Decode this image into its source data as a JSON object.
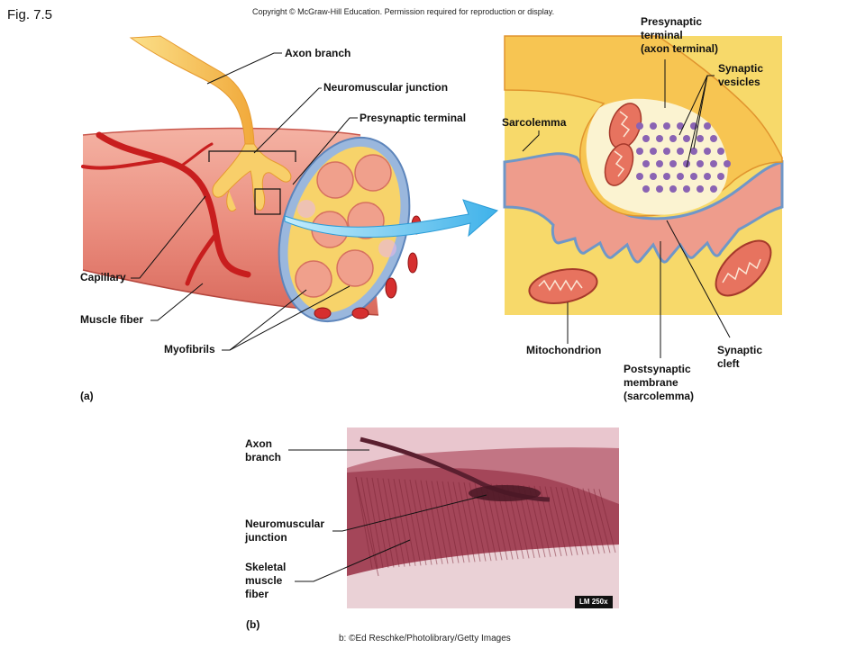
{
  "header": {
    "fig_label": "Fig. 7.5",
    "copyright": "Copyright © McGraw-Hill Education. Permission required for reproduction or display."
  },
  "panel_a": {
    "label": "(a)",
    "labels": {
      "axon_branch": "Axon branch",
      "neuromuscular_junction": "Neuromuscular junction",
      "presynaptic_terminal": "Presynaptic terminal",
      "capillary": "Capillary",
      "muscle_fiber": "Muscle fiber",
      "myofibrils": "Myofibrils",
      "presynaptic_terminal_axon": "Presynaptic\nterminal\n(axon terminal)",
      "synaptic_vesicles": "Synaptic\nvesicles",
      "sarcolemma": "Sarcolemma",
      "mitochondrion": "Mitochondrion",
      "postsynaptic_membrane": "Postsynaptic\nmembrane\n(sarcolemma)",
      "synaptic_cleft": "Synaptic\ncleft"
    }
  },
  "panel_b": {
    "label": "(b)",
    "labels": {
      "axon_branch": "Axon\nbranch",
      "neuromuscular_junction": "Neuromuscular\njunction",
      "skeletal_muscle_fiber": "Skeletal\nmuscle\nfiber"
    },
    "magnification": "LM 250x",
    "credit": "b: ©Ed Reschke/Photolibrary/Getty Images"
  },
  "colors": {
    "muscle": "#e98a7c",
    "axon": "#f7c552",
    "vesicle": "#8a63b3",
    "membrane_blue": "#7fa8d6",
    "arrow": "#5ec2ef",
    "capillary": "#c81e1e"
  }
}
